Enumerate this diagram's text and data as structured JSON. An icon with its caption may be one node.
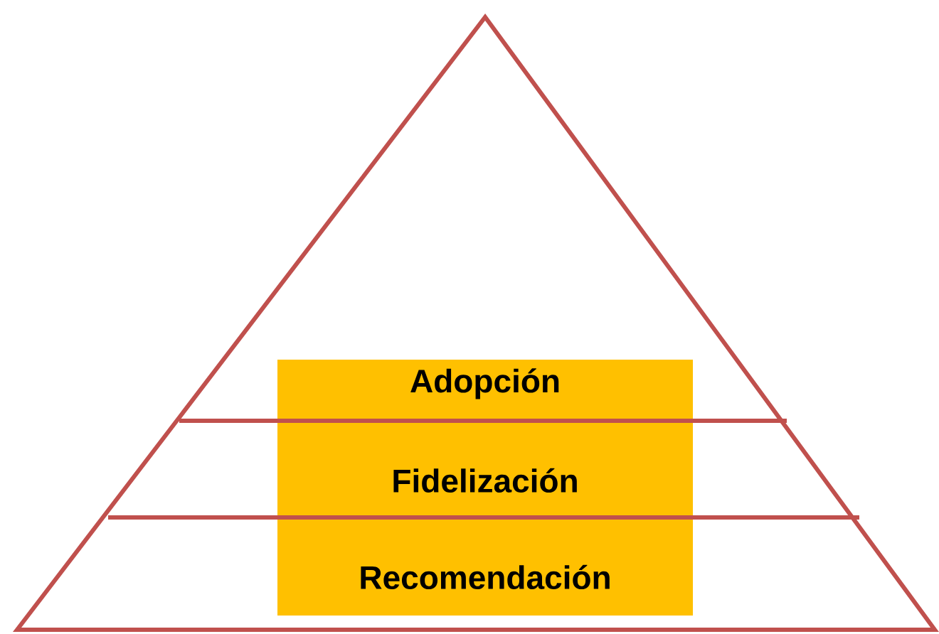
{
  "diagram": {
    "nodes": [
      {
        "text": [
          "Adopción"
        ]
      },
      {
        "text": [
          "Fidelización"
        ]
      },
      {
        "text": [
          "Recomendación"
        ]
      }
    ]
  }
}
